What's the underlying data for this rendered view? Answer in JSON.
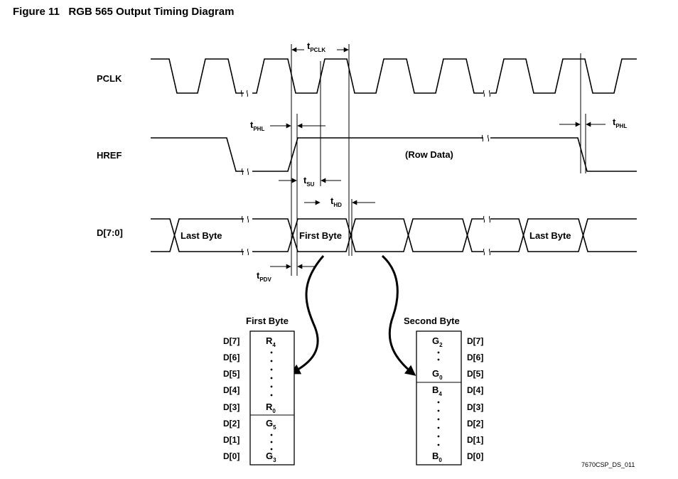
{
  "figure": {
    "title": "Figure 11   RGB 565 Output Timing Diagram",
    "code": "7670CSP_DS_011"
  },
  "signals": {
    "pclk": "PCLK",
    "href": "HREF",
    "data": "D[7:0]"
  },
  "timing": {
    "t": "t",
    "pclk_sub": "PCLK",
    "phl_sub": "PHL",
    "su_sub": "SU",
    "hd_sub": "HD",
    "pdv_sub": "PDV"
  },
  "href_annotation": "(Row Data)",
  "data_labels": {
    "last_byte": "Last Byte",
    "first_byte": "First Byte"
  },
  "first_byte_box": {
    "title": "First Byte",
    "bits": [
      "D[7]",
      "D[6]",
      "D[5]",
      "D[4]",
      "D[3]",
      "D[2]",
      "D[1]",
      "D[0]"
    ],
    "r_upper": "R",
    "r_upper_sub": "4",
    "r_lower": "R",
    "r_lower_sub": "0",
    "g_upper": "G",
    "g_upper_sub": "5",
    "g_lower": "G",
    "g_lower_sub": "3"
  },
  "second_byte_box": {
    "title": "Second Byte",
    "bits": [
      "D[7]",
      "D[6]",
      "D[5]",
      "D[4]",
      "D[3]",
      "D[2]",
      "D[1]",
      "D[0]"
    ],
    "g_upper": "G",
    "g_upper_sub": "2",
    "g_lower": "G",
    "g_lower_sub": "0",
    "b_upper": "B",
    "b_upper_sub": "4",
    "b_lower": "B",
    "b_lower_sub": "0"
  }
}
